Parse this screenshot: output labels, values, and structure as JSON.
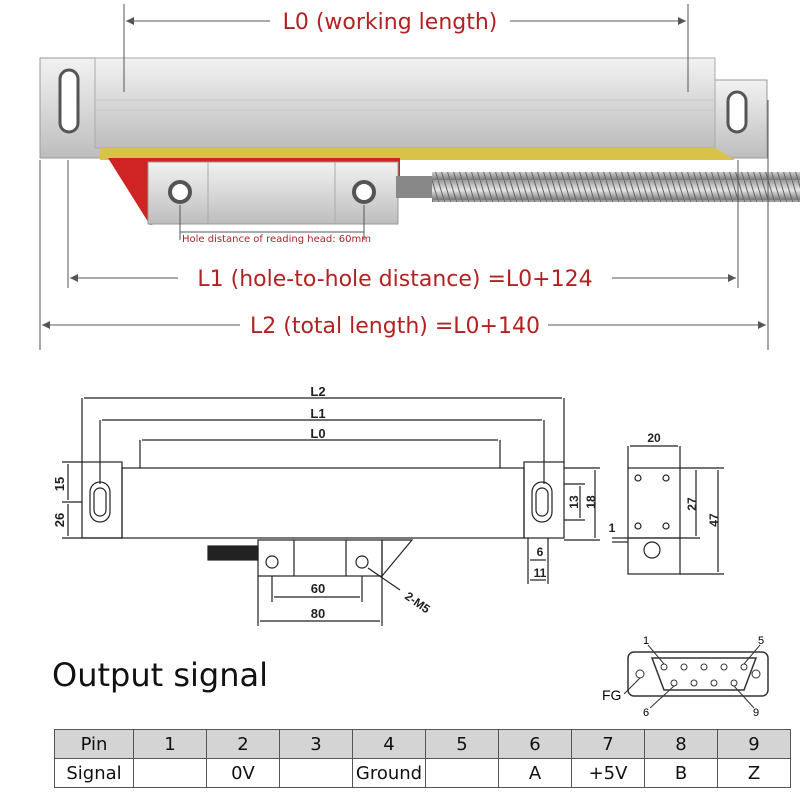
{
  "photo": {
    "l0_label": "L0 (working length)",
    "l1_label": "L1 (hole-to-hole distance) =L0+124",
    "l2_label": "L2 (total length) =L0+140",
    "head_note": "Hole distance of reading head: 60mm"
  },
  "drawing": {
    "L2": "L2",
    "L1": "L1",
    "L0": "L0",
    "d15": "15",
    "d26": "26",
    "d13": "13",
    "d18": "18",
    "d6": "6",
    "d11": "11",
    "d60": "60",
    "d80": "80",
    "m5": "2-M5",
    "d20": "20",
    "d27": "27",
    "d47": "47",
    "d1": "1"
  },
  "connector": {
    "pin1": "1",
    "pin5": "5",
    "pin6": "6",
    "pin9": "9",
    "fg": "FG"
  },
  "output": {
    "title": "Output signal",
    "row_pin_label": "Pin",
    "row_signal_label": "Signal",
    "pins": [
      "1",
      "2",
      "3",
      "4",
      "5",
      "6",
      "7",
      "8",
      "9"
    ],
    "signals": [
      "",
      "0V",
      "",
      "Ground",
      "",
      "A",
      "+5V",
      "B",
      "Z"
    ]
  }
}
